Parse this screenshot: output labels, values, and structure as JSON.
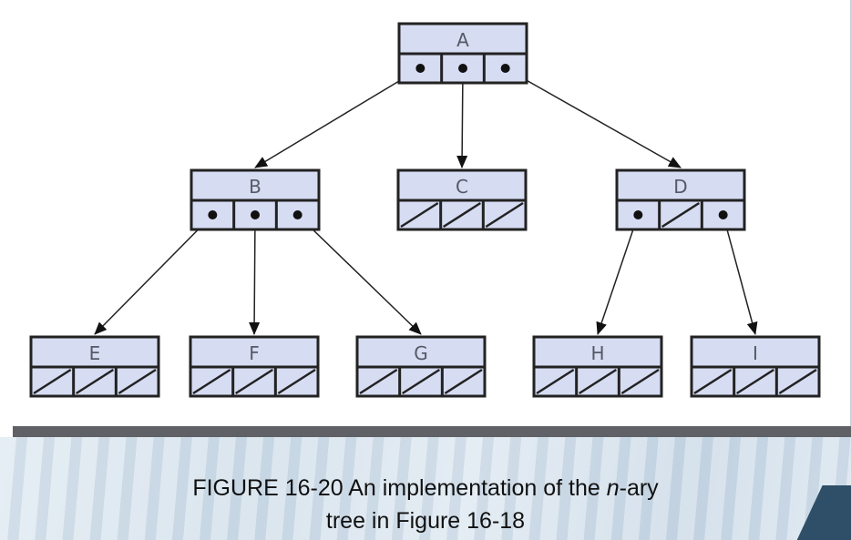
{
  "diagram": {
    "nodes": [
      {
        "id": "A",
        "label": "A",
        "children": [
          "B",
          "C",
          "D"
        ]
      },
      {
        "id": "B",
        "label": "B",
        "children": [
          "E",
          "F",
          "G"
        ]
      },
      {
        "id": "C",
        "label": "C",
        "children": []
      },
      {
        "id": "D",
        "label": "D",
        "children": [
          "H",
          "I"
        ]
      },
      {
        "id": "E",
        "label": "E",
        "children": []
      },
      {
        "id": "F",
        "label": "F",
        "children": []
      },
      {
        "id": "G",
        "label": "G",
        "children": []
      },
      {
        "id": "H",
        "label": "H",
        "children": []
      },
      {
        "id": "I",
        "label": "I",
        "children": []
      }
    ],
    "pointer_slots": {
      "A": [
        "child",
        "child",
        "child"
      ],
      "B": [
        "child",
        "child",
        "child"
      ],
      "C": [
        "null",
        "null",
        "null"
      ],
      "D": [
        "child",
        "null",
        "child"
      ],
      "E": [
        "null",
        "null",
        "null"
      ],
      "F": [
        "null",
        "null",
        "null"
      ],
      "G": [
        "null",
        "null",
        "null"
      ],
      "H": [
        "null",
        "null",
        "null"
      ],
      "I": [
        "null",
        "null",
        "null"
      ]
    },
    "colors": {
      "node_fill": "#d6dcf2",
      "line": "#222222"
    }
  },
  "caption": {
    "prefix": "FIGURE 16-20 An implementation of the ",
    "emphasis": "n",
    "suffix": "-ary",
    "line2": "tree in Figure 16-18"
  }
}
